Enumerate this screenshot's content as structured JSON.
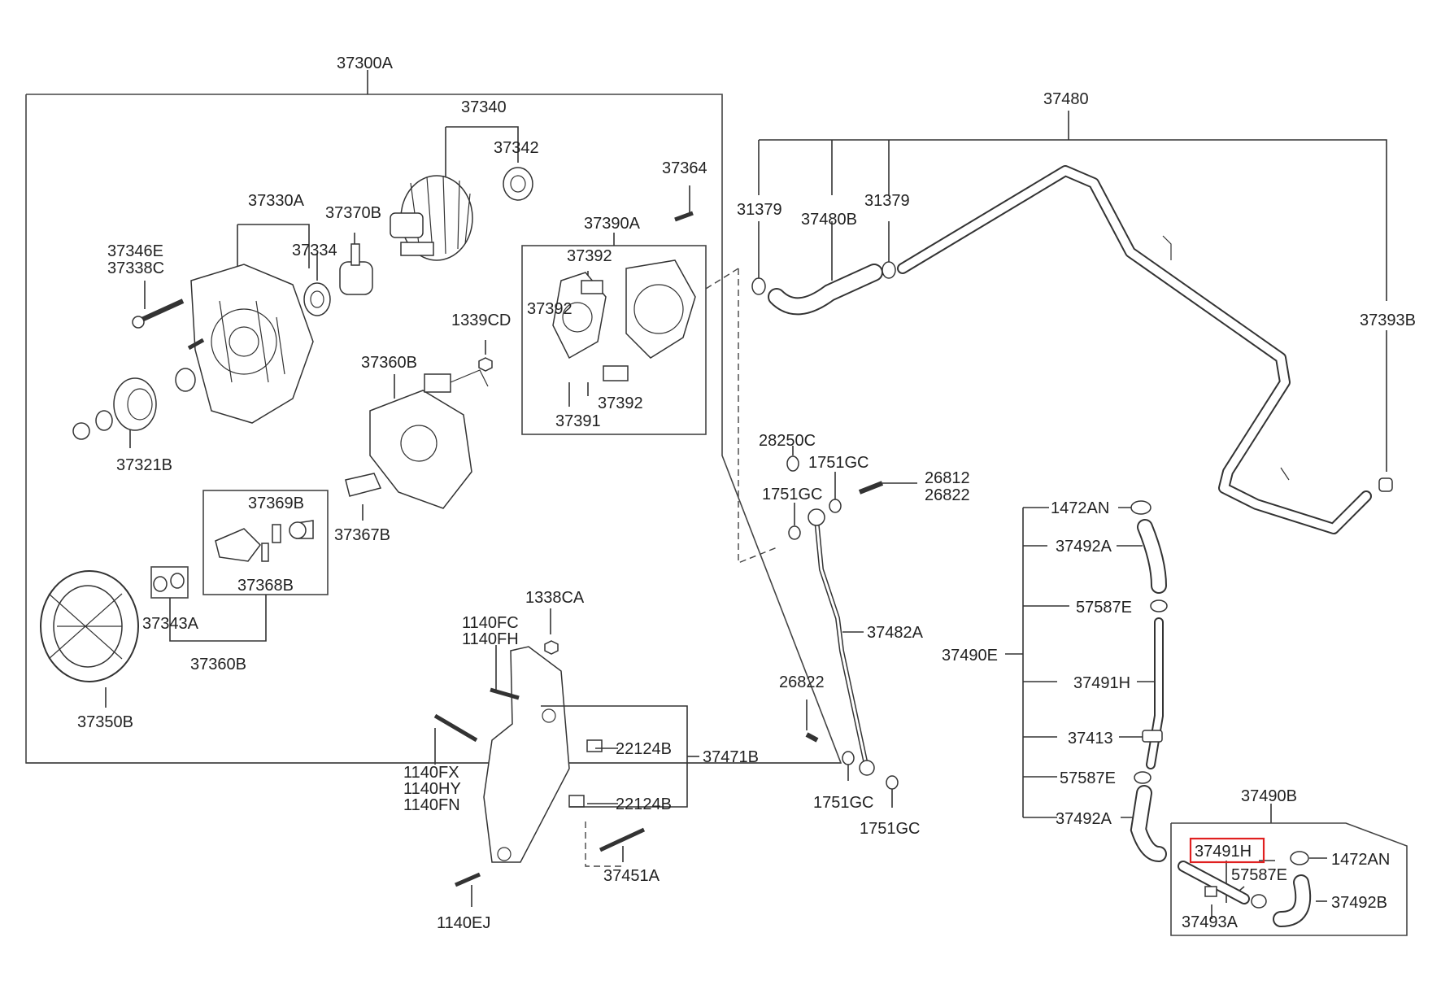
{
  "highlight_color": "#e02020",
  "labels": {
    "l_37300A": "37300A",
    "l_37340": "37340",
    "l_37342": "37342",
    "l_37364": "37364",
    "l_37330A": "37330A",
    "l_37370B": "37370B",
    "l_37390A": "37390A",
    "l_37346E": "37346E",
    "l_37338C": "37338C",
    "l_37334": "37334",
    "l_37392_top": "37392",
    "l_37392_mid": "37392",
    "l_37392_bot": "37392",
    "l_37391": "37391",
    "l_1339CD": "1339CD",
    "l_37360B_top": "37360B",
    "l_37321B": "37321B",
    "l_37369B": "37369B",
    "l_37367B": "37367B",
    "l_37368B": "37368B",
    "l_37343A": "37343A",
    "l_37360B_bot": "37360B",
    "l_37350B": "37350B",
    "l_1338CA": "1338CA",
    "l_1140FC": "1140FC",
    "l_1140FH": "1140FH",
    "l_22124B_top": "22124B",
    "l_22124B_bot": "22124B",
    "l_37471B": "37471B",
    "l_1140FX": "1140FX",
    "l_1140HY": "1140HY",
    "l_1140FN": "1140FN",
    "l_37451A": "37451A",
    "l_1140EJ": "1140EJ",
    "l_37480": "37480",
    "l_31379_left": "31379",
    "l_37480B": "37480B",
    "l_31379_right": "31379",
    "l_37393B": "37393B",
    "l_28250C": "28250C",
    "l_1751GC_a": "1751GC",
    "l_1751GC_b": "1751GC",
    "l_26812": "26812",
    "l_26822_top": "26822",
    "l_37482A": "37482A",
    "l_26822_bot": "26822",
    "l_1751GC_c": "1751GC",
    "l_1751GC_d": "1751GC",
    "l_1472AN_top": "1472AN",
    "l_37492A_top": "37492A",
    "l_57587E_top": "57587E",
    "l_37490E": "37490E",
    "l_37491H_mid": "37491H",
    "l_37413": "37413",
    "l_57587E_mid": "57587E",
    "l_37492A_bot": "37492A",
    "l_37490B": "37490B",
    "l_37491H_hl": "37491H",
    "l_57587E_bot": "57587E",
    "l_1472AN_bot": "1472AN",
    "l_37492B": "37492B",
    "l_37493A": "37493A"
  }
}
